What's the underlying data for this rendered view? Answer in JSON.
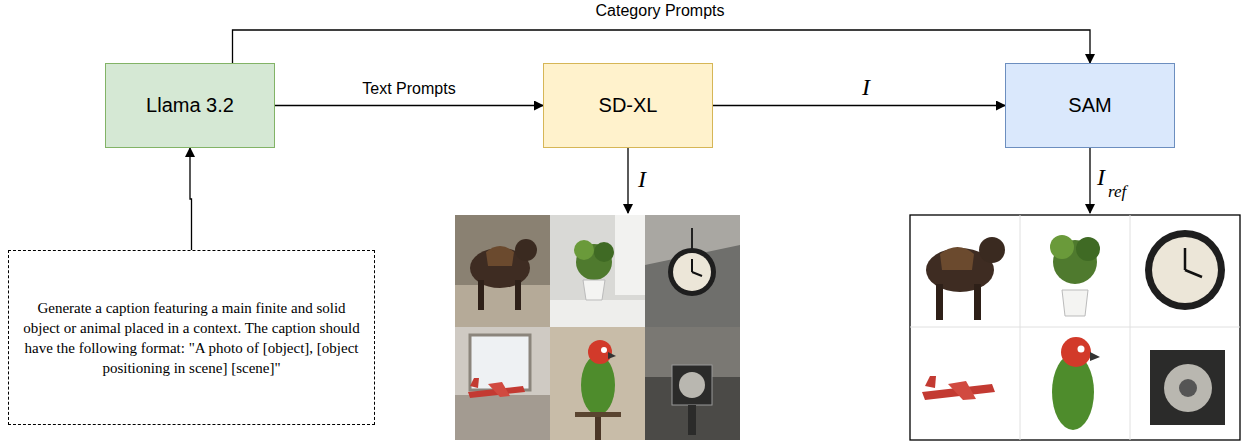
{
  "diagram": {
    "nodes": [
      {
        "text": [
          "Llama 3.2"
        ]
      },
      {
        "text": [
          "SD-XL"
        ]
      },
      {
        "text": [
          "SAM"
        ]
      },
      {
        "text": [
          "Generate a caption featuring a main finite and solid object or animal placed in a context. The caption should have the following format: \"A photo of [object], [object positioning in scene] [scene]\""
        ]
      }
    ],
    "edges": [
      {
        "from": 0,
        "to": 2,
        "label": "Category Prompts",
        "arrow": "to"
      },
      {
        "from": 0,
        "to": 1,
        "label": "Text Prompts",
        "arrow": "to"
      },
      {
        "from": 1,
        "to": 2,
        "label": "I",
        "arrow": "to"
      },
      {
        "from": 3,
        "to": 0,
        "arrow": "to"
      }
    ],
    "labels": [
      "I",
      "I",
      "ref"
    ]
  }
}
